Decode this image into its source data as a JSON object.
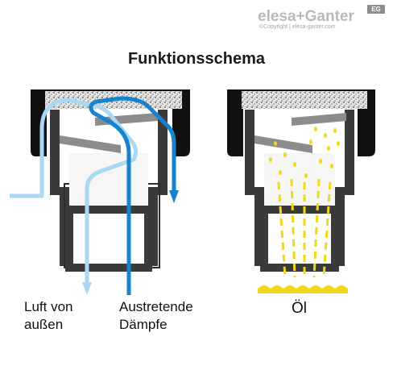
{
  "logo": {
    "brand": "elesa+Ganter",
    "badge": "EG",
    "copyright": "©Copyright | elesa-ganter.com"
  },
  "title": "Funktionsschema",
  "labels": {
    "air_line1": "Luft von",
    "air_line2": "außen",
    "vapour_line1": "Austretende",
    "vapour_line2": "Dämpfe",
    "oil": "Öl"
  },
  "colors": {
    "body": "#333333",
    "cap": "#0d0d0d",
    "filter": "#9a9a9a",
    "baffle": "#8a8a8a",
    "air_flow": "#a9d8f4",
    "vapour_flow": "#1683cc",
    "oil": "#f2d81c"
  }
}
